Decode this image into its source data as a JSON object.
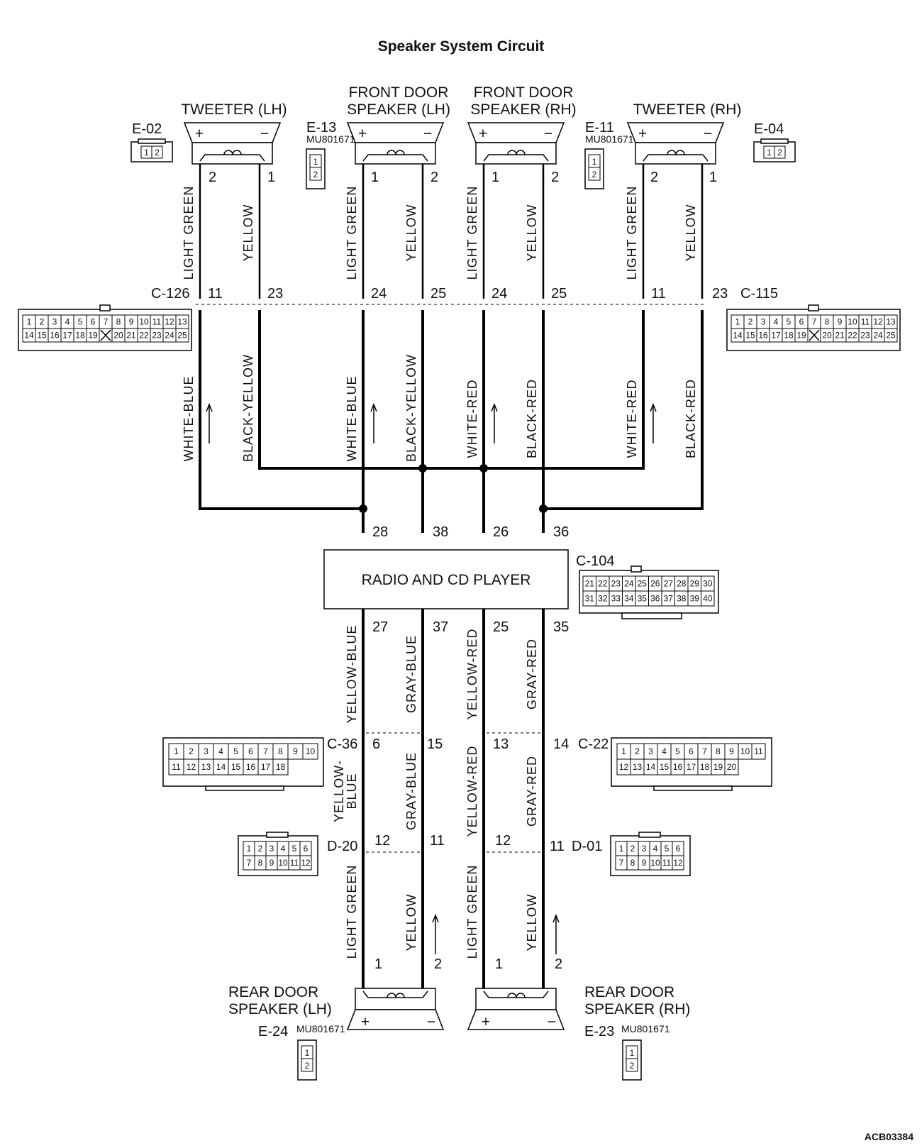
{
  "title": "Speaker System Circuit",
  "footer_code": "ACB03384",
  "radio_label": "RADIO AND CD PLAYER",
  "speakers": {
    "tweeter_lh": {
      "name": "TWEETER (LH)",
      "connector": "E-02",
      "plus": "+",
      "minus": "−",
      "pin_left": "2",
      "pin_right": "1"
    },
    "front_lh": {
      "name_line1": "FRONT DOOR",
      "name_line2": "SPEAKER (LH)",
      "connector": "E-13",
      "part": "MU801671",
      "plus": "+",
      "minus": "−",
      "pin_left": "1",
      "pin_right": "2"
    },
    "front_rh": {
      "name_line1": "FRONT DOOR",
      "name_line2": "SPEAKER (RH)",
      "connector": "E-11",
      "part": "MU801671",
      "plus": "+",
      "minus": "−",
      "pin_left": "1",
      "pin_right": "2"
    },
    "tweeter_rh": {
      "name": "TWEETER (RH)",
      "connector": "E-04",
      "plus": "+",
      "minus": "−",
      "pin_left": "2",
      "pin_right": "1"
    },
    "rear_lh": {
      "name_line1": "REAR DOOR",
      "name_line2": "SPEAKER (LH)",
      "connector": "E-24",
      "part": "MU801671",
      "plus": "+",
      "minus": "−",
      "pin_left": "1",
      "pin_right": "2"
    },
    "rear_rh": {
      "name_line1": "REAR DOOR",
      "name_line2": "SPEAKER (RH)",
      "connector": "E-23",
      "part": "MU801671",
      "plus": "+",
      "minus": "−",
      "pin_left": "1",
      "pin_right": "2"
    }
  },
  "connectors": {
    "c126": {
      "id": "C-126",
      "pins": [
        "11",
        "23"
      ]
    },
    "c115": {
      "id": "C-115",
      "pins": [
        "11",
        "23"
      ]
    },
    "mid_pins": [
      "24",
      "25",
      "24",
      "25"
    ],
    "c104": {
      "id": "C-104",
      "top_pins": [
        "28",
        "38",
        "26",
        "36"
      ],
      "bottom_pins": [
        "27",
        "37",
        "25",
        "35"
      ]
    },
    "c36": {
      "id": "C-36",
      "pins": [
        "6",
        "15"
      ]
    },
    "c22": {
      "id": "C-22",
      "pins": [
        "13",
        "14"
      ]
    },
    "d20": {
      "id": "D-20",
      "pins": [
        "12",
        "11"
      ]
    },
    "d01": {
      "id": "D-01",
      "pins": [
        "12",
        "11"
      ]
    }
  },
  "pinouts": {
    "two_pin_horizontal": [
      "1",
      "2"
    ],
    "two_pin_vertical": [
      "1",
      "2"
    ],
    "c126_row1": [
      "1",
      "2",
      "3",
      "4",
      "5",
      "6",
      "7",
      "8",
      "9",
      "10",
      "11",
      "12",
      "13"
    ],
    "c126_row2": [
      "14",
      "15",
      "16",
      "17",
      "18",
      "19",
      "",
      "20",
      "21",
      "22",
      "23",
      "24",
      "25"
    ],
    "c104_row1": [
      "21",
      "22",
      "23",
      "24",
      "25",
      "26",
      "27",
      "28",
      "29",
      "30"
    ],
    "c104_row2": [
      "31",
      "32",
      "33",
      "34",
      "35",
      "36",
      "37",
      "38",
      "39",
      "40"
    ],
    "c36_row1": [
      "1",
      "2",
      "3",
      "4",
      "5",
      "6",
      "7",
      "8",
      "9",
      "10"
    ],
    "c36_row2": [
      "11",
      "12",
      "13",
      "14",
      "15",
      "16",
      "17",
      "18"
    ],
    "c22_row1": [
      "1",
      "2",
      "3",
      "4",
      "5",
      "6",
      "7",
      "8",
      "9",
      "10",
      "11"
    ],
    "c22_row2": [
      "12",
      "13",
      "14",
      "15",
      "16",
      "17",
      "18",
      "19",
      "20"
    ],
    "d_row1": [
      "1",
      "2",
      "3",
      "4",
      "5",
      "6"
    ],
    "d_row2": [
      "7",
      "8",
      "9",
      "10",
      "11",
      "12"
    ]
  },
  "wires": {
    "upper": [
      "LIGHT GREEN",
      "YELLOW",
      "LIGHT GREEN",
      "YELLOW",
      "LIGHT GREEN",
      "YELLOW",
      "LIGHT GREEN",
      "YELLOW"
    ],
    "middle": [
      "WHITE-BLUE",
      "BLACK-YELLOW",
      "WHITE-BLUE",
      "BLACK-YELLOW",
      "WHITE-RED",
      "BLACK-RED",
      "WHITE-RED",
      "BLACK-RED"
    ],
    "lower_a": [
      "YELLOW-BLUE",
      "GRAY-BLUE",
      "YELLOW-RED",
      "GRAY-RED"
    ],
    "lower_b_left_line1": "YELLOW-",
    "lower_b_left_line2": "BLUE",
    "lower_b": [
      "GRAY-BLUE",
      "YELLOW-RED",
      "GRAY-RED"
    ],
    "lower_c": [
      "LIGHT GREEN",
      "YELLOW",
      "LIGHT GREEN",
      "YELLOW"
    ]
  }
}
